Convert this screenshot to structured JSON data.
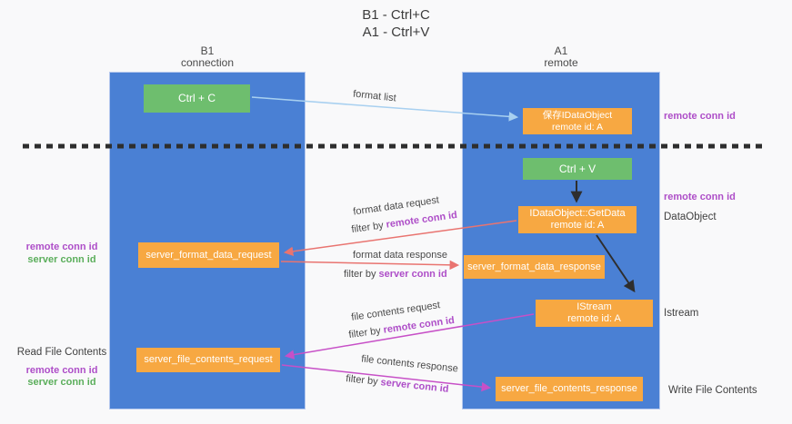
{
  "title": {
    "line1": "B1 - Ctrl+C",
    "line2": "A1 - Ctrl+V"
  },
  "lanes": {
    "left": {
      "name": "B1",
      "subtitle": "connection"
    },
    "right": {
      "name": "A1",
      "subtitle": "remote"
    }
  },
  "boxes": {
    "ctrl_c": {
      "label": "Ctrl + C"
    },
    "ctrl_v": {
      "label": "Ctrl + V"
    },
    "save_dataobject": {
      "line1": "保存IDataObject",
      "line2": "remote id: A"
    },
    "getdata": {
      "line1": "IDataObject::GetData",
      "line2": "remote id: A"
    },
    "istream": {
      "line1": "IStream",
      "line2": "remote id: A"
    },
    "format_request": {
      "label": "server_format_data_request"
    },
    "format_response": {
      "label": "server_format_data_response"
    },
    "file_request": {
      "label": "server_file_contents_request"
    },
    "file_response": {
      "label": "server_file_contents_response"
    }
  },
  "arrow_labels": {
    "format_list": "format list",
    "format_data_request": "format data request",
    "filter_by_1": "filter by ",
    "remote_conn_id_1": "remote conn id",
    "format_data_response": "format data response",
    "filter_by_2": "filter by ",
    "server_conn_id_2": "server conn id",
    "file_contents_request": "file contents request",
    "filter_by_3": "filter by ",
    "remote_conn_id_3": "remote conn id",
    "file_contents_response": "file contents response",
    "filter_by_4": "filter by ",
    "server_conn_id_4": "server conn id"
  },
  "side_labels": {
    "right_remote_conn_id_1": "remote conn id",
    "right_remote_conn_id_2": "remote conn id",
    "dataobject": "DataObject",
    "istream": "Istream",
    "write_file_contents": "Write File Contents",
    "left_remote_conn_id_1": "remote conn id",
    "left_server_conn_id_1": "server conn id",
    "read_file_contents": "Read File Contents",
    "left_remote_conn_id_2": "remote conn id",
    "left_server_conn_id_2": "server conn id"
  },
  "colors": {
    "lane_blue": "#4A80D4",
    "box_orange": "#F7A842",
    "box_green": "#6EBE6E",
    "purple_text": "#AE4EC8",
    "green_text": "#5BAE5B",
    "red_arrow": "#E97470",
    "magenta_arrow": "#C750C7",
    "light_blue_arrow": "#A8D0F0",
    "black_arrow": "#2e2e2e"
  }
}
